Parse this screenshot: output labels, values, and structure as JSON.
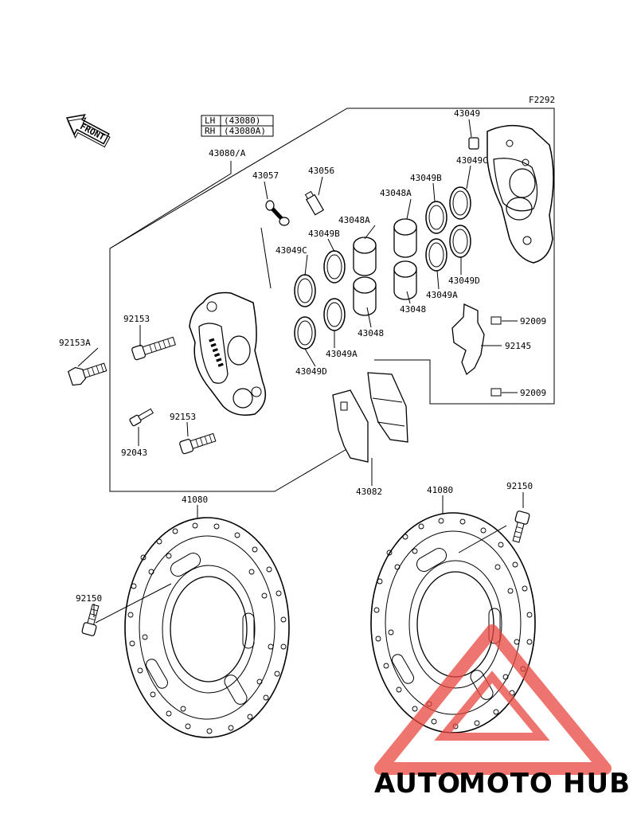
{
  "diagram": {
    "code": "F2292",
    "front_label": "FRONT",
    "legend": [
      {
        "side": "LH",
        "part": "(43080)"
      },
      {
        "side": "RH",
        "part": "(43080A)"
      }
    ],
    "assembly_label": "43080/A"
  },
  "callouts": {
    "p43049": "43049",
    "p43049c_r": "43049C",
    "p43049b_r": "43049B",
    "p43056": "43056",
    "p43057": "43057",
    "p43048a_r": "43048A",
    "p43048a_l": "43048A",
    "p43049b_l": "43049B",
    "p43049c_l": "43049C",
    "p43049d_r": "43049D",
    "p43049a_r": "43049A",
    "p43048_r": "43048",
    "p43048_l": "43048",
    "p43049a_l": "43049A",
    "p43049d_l": "43049D",
    "p92009_top": "92009",
    "p92145": "92145",
    "p92009_bot": "92009",
    "p92153_top": "92153",
    "p92153a": "92153A",
    "p92153_bot": "92153",
    "p92043": "92043",
    "p43082": "43082",
    "p41080_l": "41080",
    "p41080_r": "41080",
    "p92150_top": "92150",
    "p92150_l": "92150"
  },
  "watermark": {
    "part1": "AUTO",
    "part2": "MOTO",
    "part3": "HUB",
    "color1": "#f6b94a",
    "color2": "#ef8b8b",
    "color3": "#9a9a9a",
    "triangle_color": "#e9473f"
  }
}
